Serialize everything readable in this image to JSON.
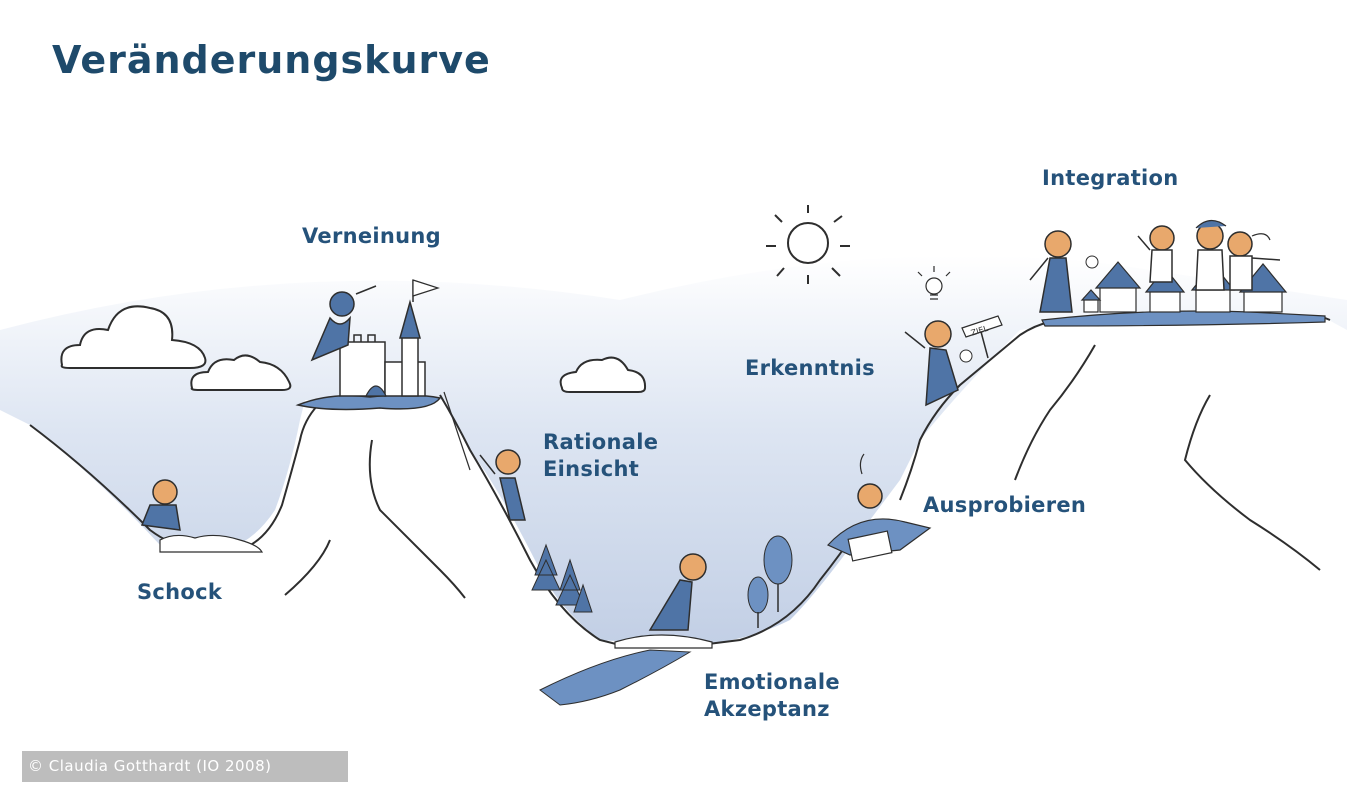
{
  "title": "Veränderungskurve",
  "stages": {
    "schock": {
      "lines": [
        "Schock"
      ]
    },
    "verneinung": {
      "lines": [
        "Verneinung"
      ]
    },
    "rationale_einsicht": {
      "lines": [
        "Rationale",
        "Einsicht"
      ]
    },
    "emotionale_akzeptanz": {
      "lines": [
        "Emotionale",
        "Akzeptanz"
      ]
    },
    "ausprobieren": {
      "lines": [
        "Ausprobieren"
      ]
    },
    "erkenntnis": {
      "lines": [
        "Erkenntnis"
      ]
    },
    "integration": {
      "lines": [
        "Integration"
      ]
    }
  },
  "signpost_text": "ZIEL",
  "credit": "© Claudia Gotthardt (IO 2008)",
  "colors": {
    "title": "#1e4a6b",
    "labels": "#25527a",
    "figure_blue": "#4f74a6",
    "sky_gradient_top": "#ffffff",
    "sky_gradient_bottom": "#c6d3e8",
    "credit_bg": "#bdbdbd"
  },
  "icons": [
    "cloud-icon",
    "sun-icon",
    "castle-icon",
    "flag-icon",
    "lightbulb-icon",
    "signpost-icon",
    "tree-icon",
    "house-icon",
    "flower-icon",
    "river-icon"
  ]
}
